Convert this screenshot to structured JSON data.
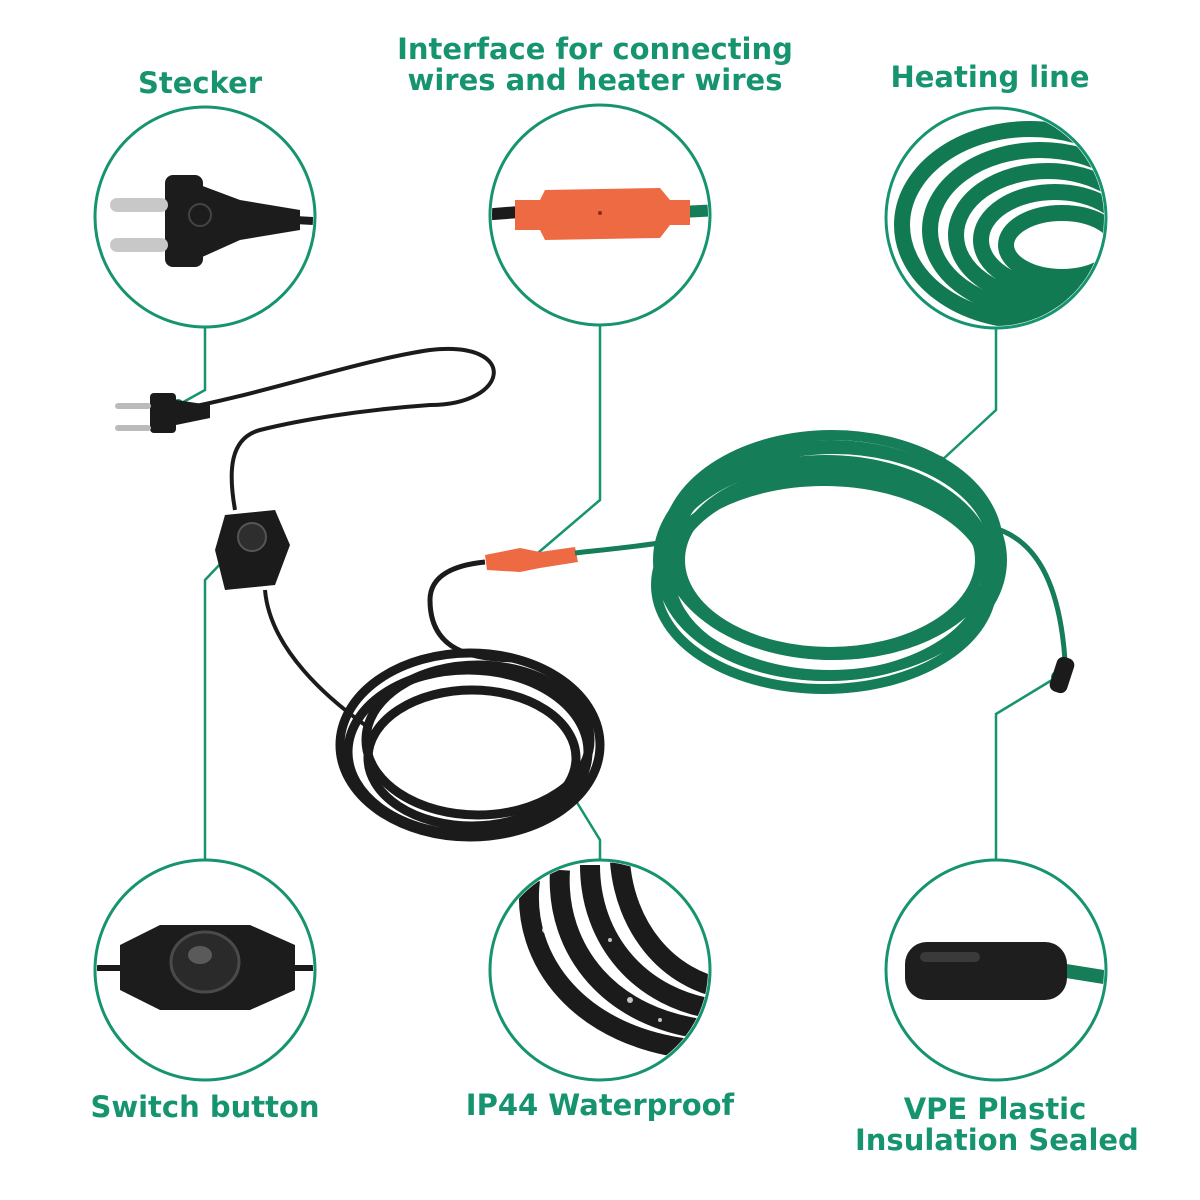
{
  "labels": {
    "stecker": "Stecker",
    "interface_line1": "Interface for connecting",
    "interface_line2": "wires and heater wires",
    "heating_line": "Heating line",
    "switch_button": "Switch button",
    "ip44": "IP44 Waterproof",
    "vpe_line1": "VPE Plastic",
    "vpe_line2": "Insulation Sealed"
  },
  "colors": {
    "accent": "#16936f",
    "heater_wire": "#157d57",
    "connector": "#ee6a43",
    "cable": "#1b1b1b"
  },
  "icons": [
    "plug-icon",
    "connector-icon",
    "heater-coil-icon",
    "dimmer-switch-icon",
    "wet-cable-icon",
    "end-cap-icon"
  ]
}
